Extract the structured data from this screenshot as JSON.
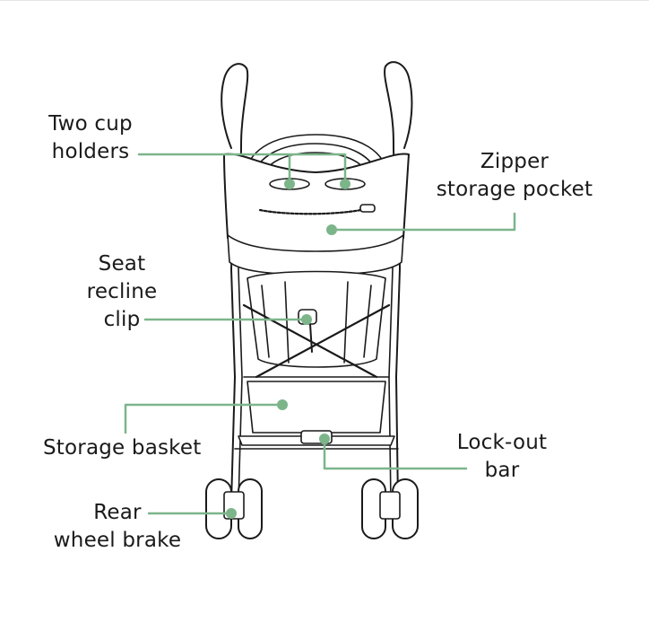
{
  "labels": {
    "cup_holders": [
      "Two cup",
      "holders"
    ],
    "zipper_pocket": [
      "Zipper",
      "storage pocket"
    ],
    "recline_clip": [
      "Seat",
      "recline",
      "clip"
    ],
    "storage_basket": [
      "Storage basket"
    ],
    "lockout_bar": [
      "Lock-out",
      "bar"
    ],
    "rear_brake": [
      "Rear",
      "wheel brake"
    ]
  },
  "colors": {
    "accent": "#7cb58a",
    "line": "#1a1a1a",
    "canopy": "#ffffff"
  }
}
